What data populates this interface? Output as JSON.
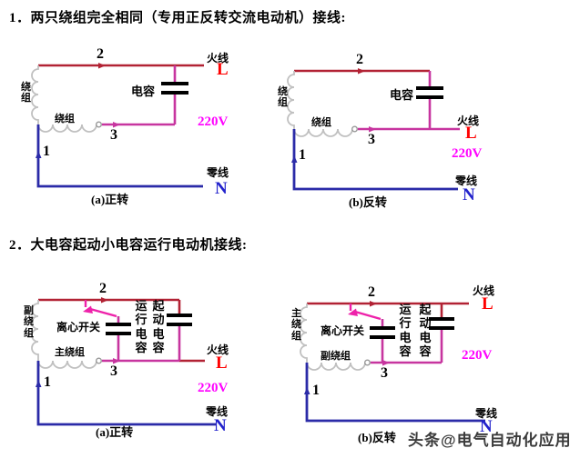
{
  "colors": {
    "live_wire": "#b22234",
    "circuit_magenta": "#c7359f",
    "switch_pink": "#ee22aa",
    "neutral_wire": "#2b2ba8",
    "live_letter": "#ff0000",
    "neutral_letter": "#2222cc",
    "voltage_text": "#ff00ff",
    "coil": "#c0c0c0",
    "text": "#000000",
    "watermark": "#2b2b2b"
  },
  "sections": {
    "section1_title": "1．两只绕组完全相同（专用正反转交流电动机）接线:",
    "section2_title": "2．大电容起动小电容运行电动机接线:"
  },
  "watermark": "头条@电气自动化应用",
  "diagrams": {
    "d1a": {
      "caption": "(a)正转",
      "vertical_winding": "绕组",
      "horizontal_winding": "绕组",
      "capacitor": "电容",
      "terminal_1": "1",
      "terminal_2": "2",
      "terminal_3": "3",
      "live_label": "火线",
      "live_letter": "L",
      "voltage": "220V",
      "neutral_label": "零线",
      "neutral_letter": "N"
    },
    "d1b": {
      "caption": "(b)反转",
      "vertical_winding": "绕组",
      "horizontal_winding": "绕组",
      "capacitor": "电容",
      "terminal_1": "1",
      "terminal_2": "2",
      "terminal_3": "3",
      "live_label": "火线",
      "live_letter": "L",
      "voltage": "220V",
      "neutral_label": "零线",
      "neutral_letter": "N"
    },
    "d2a": {
      "caption": "(a)正转",
      "vertical_winding": "副绕组",
      "horizontal_winding": "主绕组",
      "centrifugal_switch": "离心开关",
      "run_capacitor": "运行电容",
      "start_capacitor": "起动电容",
      "terminal_1": "1",
      "terminal_2": "2",
      "terminal_3": "3",
      "live_label": "火线",
      "live_letter": "L",
      "voltage": "220V",
      "neutral_label": "零线",
      "neutral_letter": "N"
    },
    "d2b": {
      "caption": "(b)反转",
      "vertical_winding": "主绕组",
      "horizontal_winding": "副绕组",
      "centrifugal_switch": "离心开关",
      "run_capacitor": "运行电容",
      "start_capacitor": "起动电容",
      "terminal_1": "1",
      "terminal_2": "2",
      "terminal_3": "3",
      "live_label": "火线",
      "live_letter": "L",
      "voltage": "220V",
      "neutral_label": "零线",
      "neutral_letter": "N"
    }
  }
}
